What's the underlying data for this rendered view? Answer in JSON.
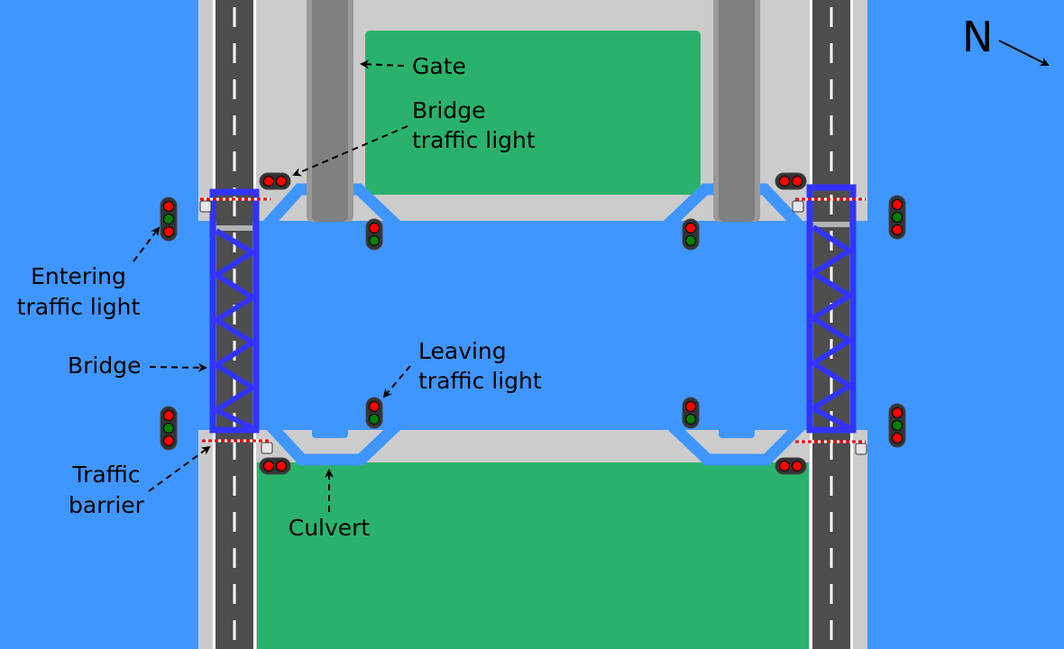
{
  "labels": {
    "gate": "Gate",
    "bridge_light_1": "Bridge",
    "bridge_light_2": "traffic light",
    "entering_1": "Entering",
    "entering_2": "traffic light",
    "bridge": "Bridge",
    "leaving_1": "Leaving",
    "leaving_2": "traffic light",
    "barrier_1": "Traffic",
    "barrier_2": "barrier",
    "culvert": "Culvert",
    "north": "N"
  },
  "colors": {
    "water": "#4096ff",
    "land": "#cccccc",
    "grass": "#2ab26c",
    "road": "#4d4d4d",
    "bridge": "#3333ff",
    "gate": "#808080",
    "signal_red": "#ff0000",
    "signal_green": "#008000"
  }
}
